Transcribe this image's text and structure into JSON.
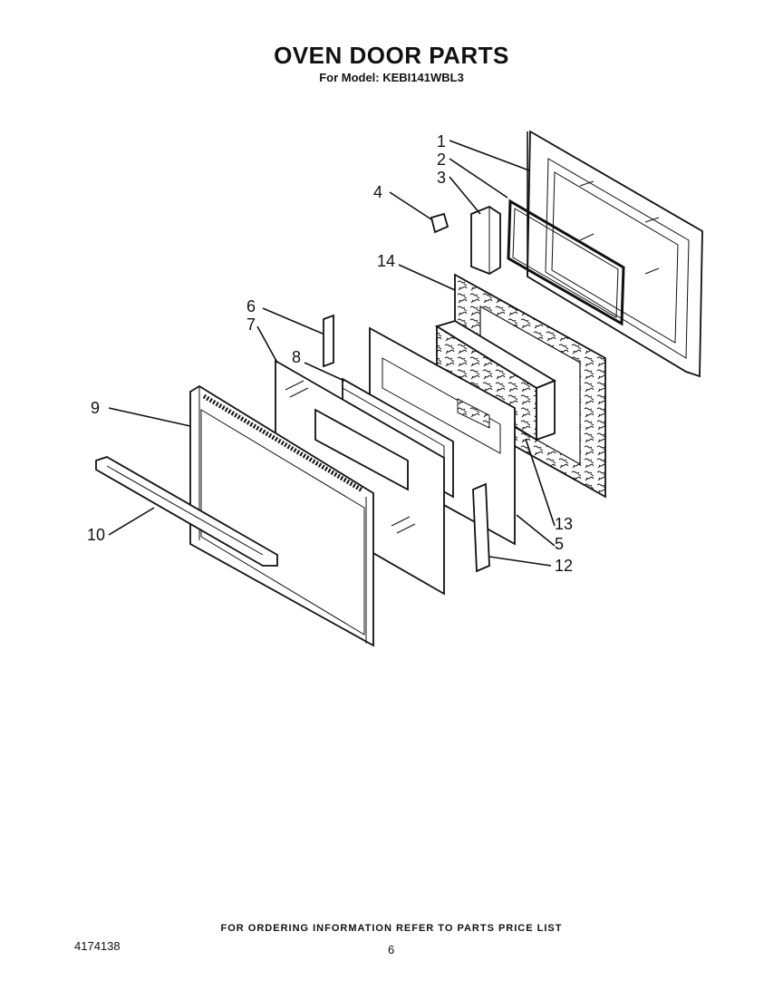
{
  "header": {
    "title": "OVEN DOOR PARTS",
    "subtitle": "For Model: KEBI141WBL3"
  },
  "callouts": {
    "c1": "1",
    "c2": "2",
    "c3": "3",
    "c4": "4",
    "c5": "5",
    "c6": "6",
    "c7": "7",
    "c8": "8",
    "c9": "9",
    "c10": "10",
    "c12": "12",
    "c13": "13",
    "c14": "14"
  },
  "footer": {
    "note": "FOR ORDERING INFORMATION REFER TO PARTS PRICE LIST",
    "doc_number": "4174138",
    "page_number": "6"
  }
}
